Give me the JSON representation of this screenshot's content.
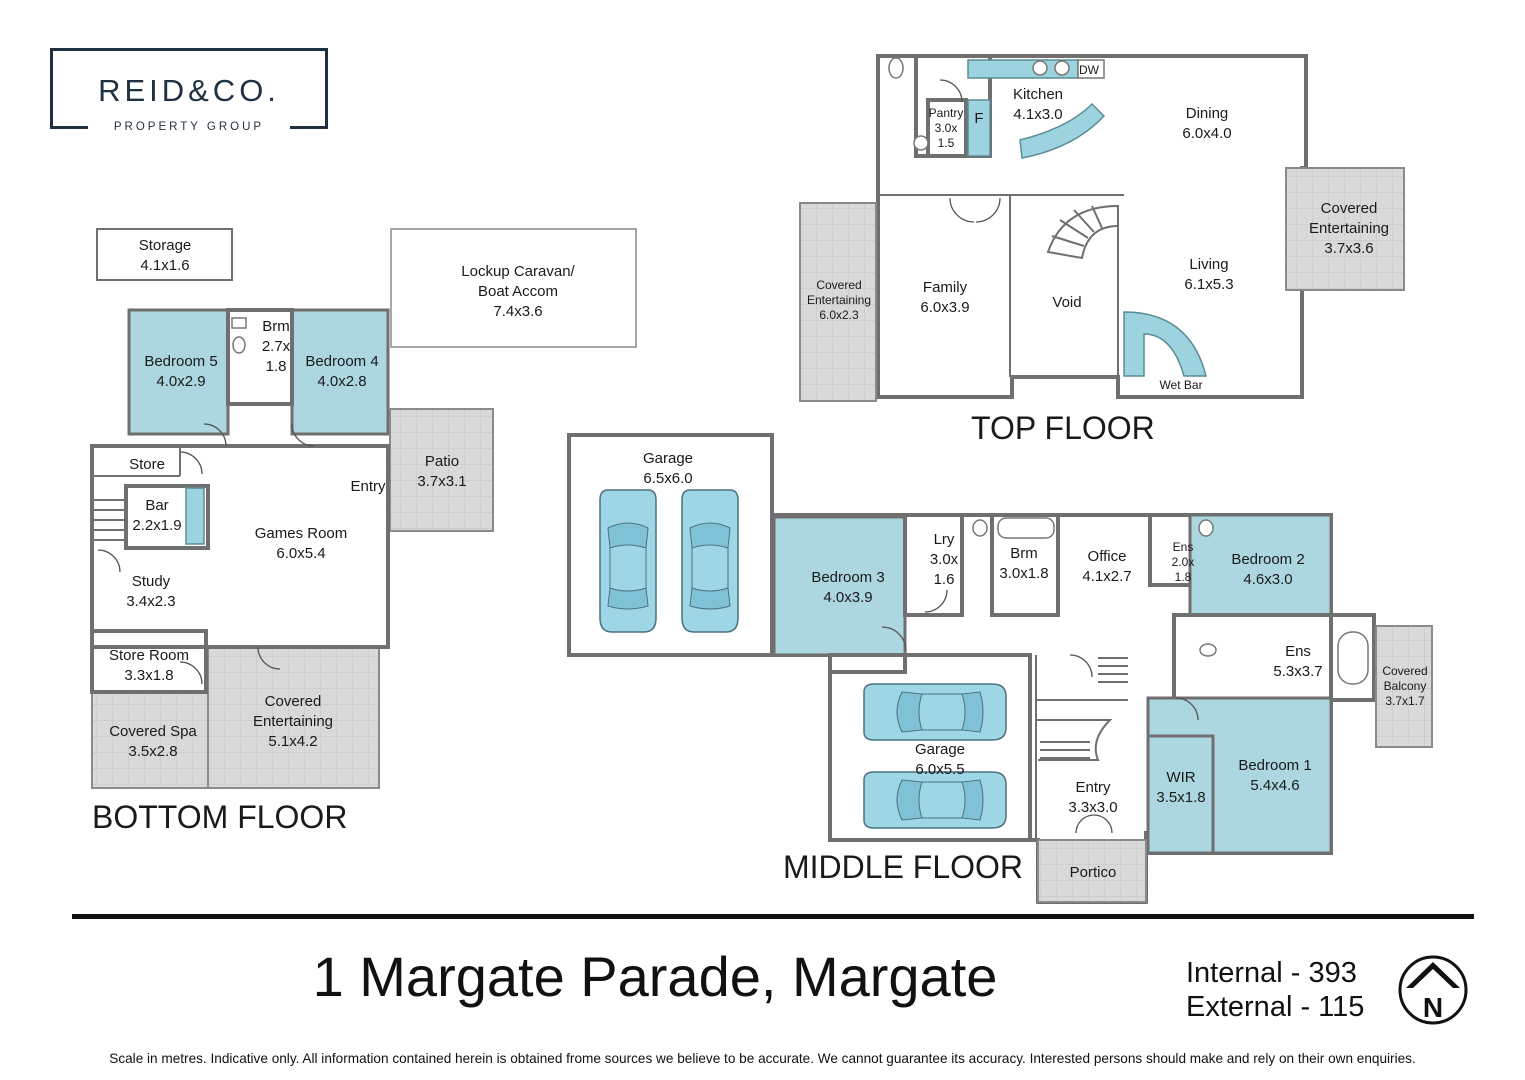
{
  "logo": {
    "brand": "REID&CO.",
    "tagline": "PROPERTY GROUP"
  },
  "floors": {
    "bottom": "BOTTOM FLOOR",
    "middle": "MIDDLE FLOOR",
    "top": "TOP FLOOR"
  },
  "rooms": {
    "storage": [
      "Storage",
      "4.1x1.6"
    ],
    "lockup": [
      "Lockup Caravan/",
      "Boat Accom",
      "7.4x3.6"
    ],
    "bedroom5": [
      "Bedroom 5",
      "4.0x2.9"
    ],
    "brm_bottom": [
      "Brm",
      "2.7x",
      "1.8"
    ],
    "bedroom4": [
      "Bedroom 4",
      "4.0x2.8"
    ],
    "patio": [
      "Patio",
      "3.7x3.1"
    ],
    "store": [
      "Store"
    ],
    "entry_bottom": [
      "Entry"
    ],
    "bar": [
      "Bar",
      "2.2x1.9"
    ],
    "games": [
      "Games Room",
      "6.0x5.4"
    ],
    "study": [
      "Study",
      "3.4x2.3"
    ],
    "storeroom": [
      "Store Room",
      "3.3x1.8"
    ],
    "covered_spa": [
      "Covered Spa",
      "3.5x2.8"
    ],
    "covered_ent_bottom": [
      "Covered",
      "Entertaining",
      "5.1x4.2"
    ],
    "garage1": [
      "Garage",
      "6.5x6.0"
    ],
    "bedroom3": [
      "Bedroom 3",
      "4.0x3.9"
    ],
    "lry": [
      "Lry",
      "3.0x",
      "1.6"
    ],
    "brm_middle": [
      "Brm",
      "3.0x1.8"
    ],
    "office": [
      "Office",
      "4.1x2.7"
    ],
    "ens_small": [
      "Ens",
      "2.0x",
      "1.8"
    ],
    "bedroom2": [
      "Bedroom 2",
      "4.6x3.0"
    ],
    "ens_large": [
      "Ens",
      "5.3x3.7"
    ],
    "covered_balcony": [
      "Covered",
      "Balcony",
      "3.7x1.7"
    ],
    "garage2": [
      "Garage",
      "6.0x5.5"
    ],
    "entry_middle": [
      "Entry",
      "3.3x3.0"
    ],
    "wir": [
      "WIR",
      "3.5x1.8"
    ],
    "bedroom1": [
      "Bedroom 1",
      "5.4x4.6"
    ],
    "portico": [
      "Portico"
    ],
    "pantry": [
      "Pantry",
      "3.0x",
      "1.5"
    ],
    "fridge": [
      "F"
    ],
    "dw": [
      "DW"
    ],
    "kitchen": [
      "Kitchen",
      "4.1x3.0"
    ],
    "dining": [
      "Dining",
      "6.0x4.0"
    ],
    "covered_ent_top_right": [
      "Covered",
      "Entertaining",
      "3.7x3.6"
    ],
    "covered_ent_top_left": [
      "Covered",
      "Entertaining",
      "6.0x2.3"
    ],
    "family": [
      "Family",
      "6.0x3.9"
    ],
    "void": [
      "Void"
    ],
    "living": [
      "Living",
      "6.1x5.3"
    ],
    "wetbar": [
      "Wet Bar"
    ]
  },
  "address": "1 Margate Parade, Margate",
  "areas": {
    "internal_label": "Internal -",
    "internal_value": "393",
    "external_label": "External -",
    "external_value": "115"
  },
  "compass_letter": "N",
  "disclaimer": "Scale in metres. Indicative only. All information contained herein is obtained frome sources we believe to be accurate. We cannot guarantee its accuracy. Interested persons should make and rely on their own enquiries.",
  "colors": {
    "room_blue": "#acd7e0",
    "wall": "#6f6f6f",
    "logo": "#1f3040"
  }
}
